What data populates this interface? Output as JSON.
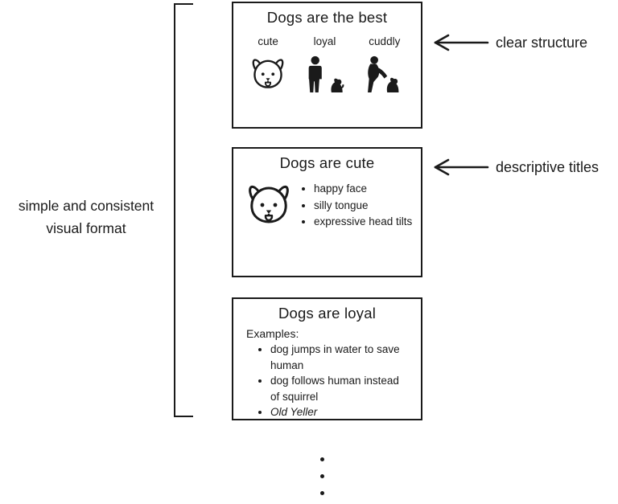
{
  "canvas": {
    "background": "#ffffff",
    "ink": "#1a1a1a"
  },
  "left_bracket_label": {
    "line1": "simple and consistent",
    "line2": "visual format"
  },
  "callouts": [
    {
      "label": "clear structure",
      "icon": "arrow-left-icon"
    },
    {
      "label": "descriptive titles",
      "icon": "arrow-left-icon"
    }
  ],
  "slides": [
    {
      "title": "Dogs are the best",
      "columns": [
        {
          "label": "cute",
          "icon": "dog-face-icon"
        },
        {
          "label": "loyal",
          "icon": "person-with-dog-icon"
        },
        {
          "label": "cuddly",
          "icon": "person-hugging-dog-icon"
        }
      ]
    },
    {
      "title": "Dogs are cute",
      "icon": "dog-face-icon",
      "bullets": [
        "happy face",
        "silly tongue",
        "expressive head tilts"
      ]
    },
    {
      "title": "Dogs are loyal",
      "lead": "Examples:",
      "bullets": [
        "dog jumps in water to save human",
        "dog follows human instead of squirrel",
        "Old Yeller"
      ]
    }
  ],
  "more_slides_indicator": {
    "icon": "vertical-ellipsis-icon"
  }
}
